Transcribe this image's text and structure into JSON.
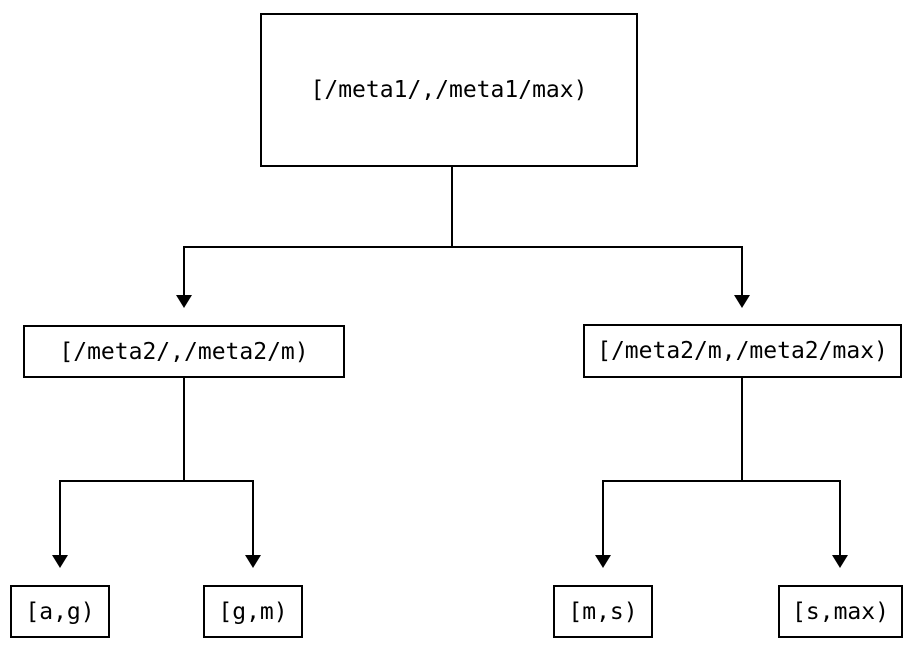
{
  "colors": {
    "background": "#ffffff",
    "line": "#000000",
    "node_border": "#000000",
    "text": "#000000"
  },
  "tree": {
    "root": {
      "label": "[/meta1/,/meta1/max)"
    },
    "level2": {
      "left": {
        "label": "[/meta2/,/meta2/m)"
      },
      "right": {
        "label": "[/meta2/m,/meta2/max)"
      }
    },
    "leaves": {
      "ag": {
        "label": "[a,g)"
      },
      "gm": {
        "label": "[g,m)"
      },
      "ms": {
        "label": "[m,s)"
      },
      "smax": {
        "label": "[s,max)"
      }
    }
  }
}
